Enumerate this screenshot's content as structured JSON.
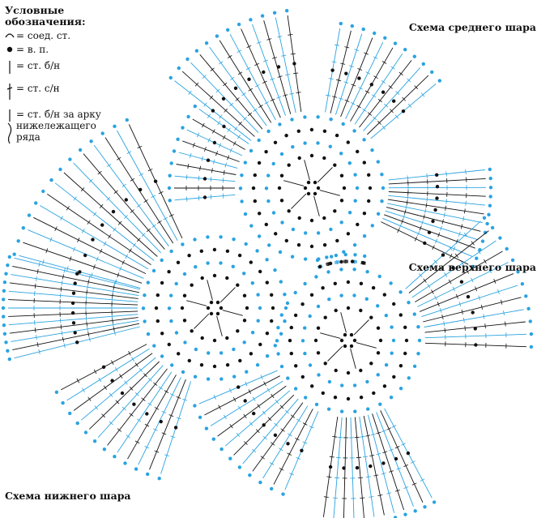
{
  "legend": {
    "title": "Условные обозначения:",
    "items": [
      {
        "symbol": "slip-stitch",
        "text": "= соед. ст."
      },
      {
        "symbol": "chain",
        "text": "= в. п."
      },
      {
        "symbol": "single-crochet",
        "text": "= ст. б/н"
      },
      {
        "symbol": "half-double-crochet",
        "text": "= ст. с/н"
      },
      {
        "symbol": "sc-into-arch",
        "text": "= ст. б/н за арку\nнижележащего\nряда"
      }
    ]
  },
  "captions": {
    "middle": "Схема среднего шара",
    "top": "Схема верхнего шара",
    "bottom": "Схема нижнего шара"
  },
  "colors": {
    "blue": "#2aa3e0",
    "black": "#111111"
  }
}
